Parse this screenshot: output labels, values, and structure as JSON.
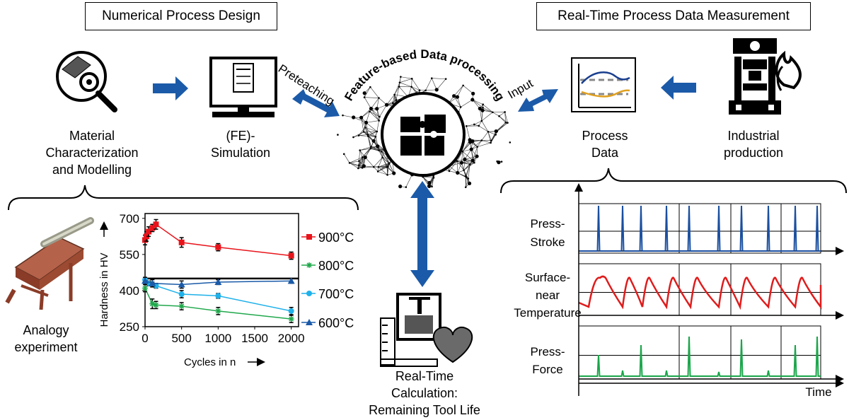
{
  "titles": {
    "left": "Numerical Process Design",
    "right": "Real-Time Process Data Measurement"
  },
  "labels": {
    "material": [
      "Material",
      "Characterization",
      "and Modelling"
    ],
    "fe_sim": [
      "(FE)-",
      "Simulation"
    ],
    "process_data": [
      "Process",
      "Data"
    ],
    "industrial": [
      "Industrial",
      "production"
    ],
    "analogy": [
      "Analogy",
      "experiment"
    ],
    "realtime": [
      "Real-Time",
      "Calculation:",
      "Remaining Tool Life"
    ],
    "preteaching": "Preteaching",
    "input": "Input",
    "feature": "Feature-based Data processing"
  },
  "hardness_chart": {
    "type": "line",
    "xlabel": "Cycles in n",
    "ylabel": "Hardness in HV",
    "xticks": [
      "0",
      "500",
      "1000",
      "1500",
      "2000"
    ],
    "yticks": [
      "250",
      "400",
      "550",
      "700"
    ],
    "xlim": [
      0,
      2100
    ],
    "ylim": [
      250,
      720
    ],
    "reference_line": 450,
    "series": [
      {
        "name": "900°C",
        "color": "#e8141b",
        "marker": "square",
        "x": [
          0,
          20,
          50,
          100,
          150,
          500,
          1000,
          2000
        ],
        "y": [
          610,
          625,
          645,
          660,
          675,
          600,
          580,
          545
        ],
        "err": [
          20,
          20,
          20,
          15,
          20,
          20,
          15,
          15
        ]
      },
      {
        "name": "800°C",
        "color": "#20a84c",
        "marker": "star",
        "x": [
          0,
          100,
          150,
          500,
          1000,
          2000
        ],
        "y": [
          410,
          345,
          340,
          335,
          315,
          282
        ],
        "err": [
          15,
          20,
          15,
          15,
          15,
          15
        ]
      },
      {
        "name": "700°C",
        "color": "#1fb1ea",
        "marker": "circle",
        "x": [
          0,
          50,
          100,
          150,
          500,
          1000,
          2000
        ],
        "y": [
          445,
          430,
          425,
          420,
          385,
          378,
          315
        ],
        "err": [
          10,
          10,
          10,
          10,
          15,
          10,
          15
        ]
      },
      {
        "name": "600°C",
        "color": "#1a5aa8",
        "marker": "triangle",
        "x": [
          0,
          100,
          500,
          1000,
          2000
        ],
        "y": [
          440,
          430,
          425,
          435,
          440
        ],
        "err": [
          15,
          15,
          15,
          10,
          10
        ]
      }
    ]
  },
  "time_chart": {
    "xlabel": "Time",
    "panels": [
      {
        "label": [
          "Press-",
          "Stroke"
        ],
        "color": "#1a4fa0"
      },
      {
        "label": [
          "Surface-",
          "near",
          "Temperature"
        ],
        "color": "#e01b1b"
      },
      {
        "label": [
          "Press-",
          "Force"
        ],
        "color": "#1aa64a"
      }
    ]
  },
  "colors": {
    "arrow_blue": "#1b5aa8"
  }
}
